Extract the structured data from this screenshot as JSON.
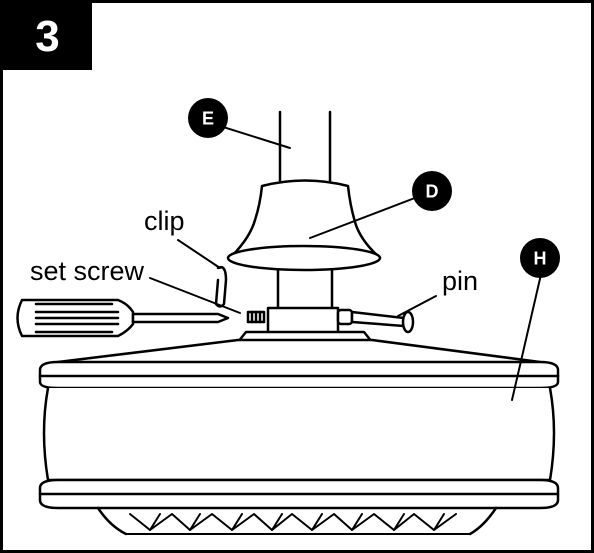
{
  "step": {
    "number": "3"
  },
  "callouts": [
    {
      "id": "callout-e",
      "letter": "E"
    },
    {
      "id": "callout-d",
      "letter": "D"
    },
    {
      "id": "callout-h",
      "letter": "H"
    }
  ],
  "labels": {
    "clip": "clip",
    "set_screw": "set screw",
    "pin": "pin"
  },
  "colors": {
    "ink": "#000000",
    "paper": "#ffffff"
  }
}
